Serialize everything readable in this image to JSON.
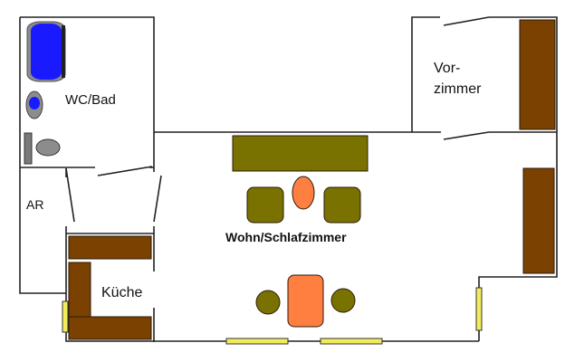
{
  "title": "Wohnungsgrundriss",
  "rooms": {
    "bath": "WC/Bad",
    "storage": "AR",
    "kitchen": "Küche",
    "living": "Wohn/Schlafzimmer",
    "hall_line1": "Vor-",
    "hall_line2": "zimmer"
  },
  "colors": {
    "wall": "#222222",
    "bathtub": "#1a1aff",
    "fixture_gray": "#808080",
    "wardrobe_brown": "#7a4100",
    "sofa_olive": "#7a7200",
    "table_orange": "#ff7f40",
    "window_yellow": "#f2ec5a"
  }
}
